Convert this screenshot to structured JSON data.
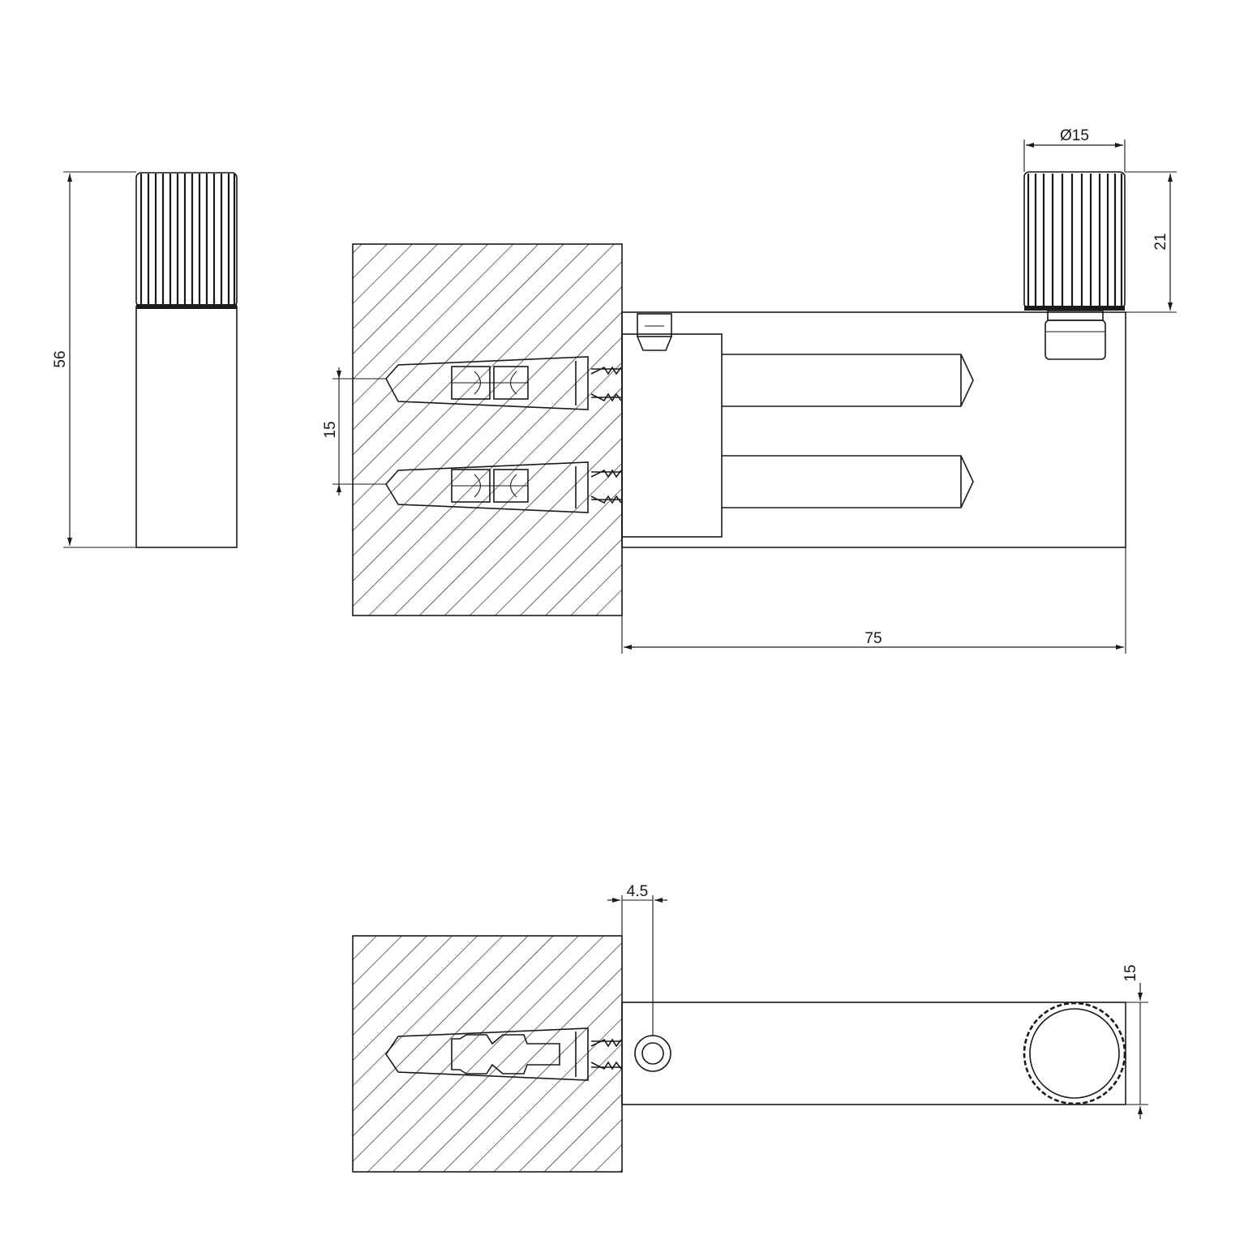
{
  "dimensions": {
    "overall_height": "56",
    "knob_diameter": "Ø15",
    "knob_height": "21",
    "anchor_spacing": "15",
    "projection_length": "75",
    "screw_offset": "4.5",
    "bar_width": "15"
  },
  "colors": {
    "line": "#1a1a1a",
    "background": "#ffffff"
  }
}
